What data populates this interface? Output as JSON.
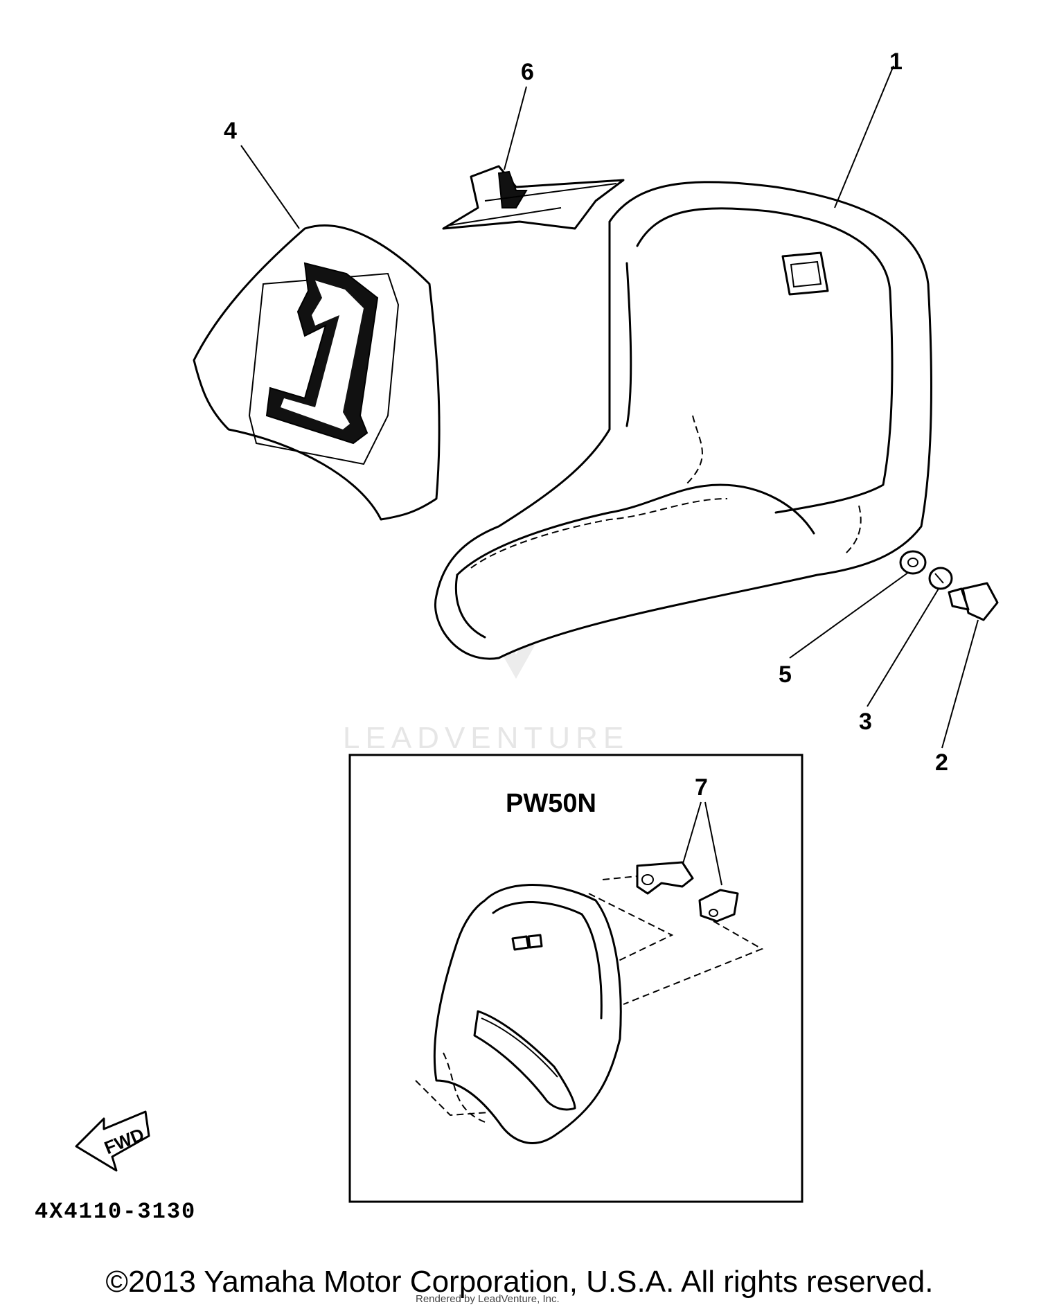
{
  "callouts": {
    "c1": "1",
    "c2": "2",
    "c3": "3",
    "c4": "4",
    "c5": "5",
    "c6": "6",
    "c7": "7"
  },
  "inset": {
    "title": "PW50N"
  },
  "fwd_label": "FWD",
  "part_code": "4X4110-3130",
  "watermark": {
    "text": "LEADVENTURE",
    "credit": "Rendered by LeadVenture, Inc."
  },
  "copyright": "©2013 Yamaha Motor Corporation, U.S.A. All rights reserved."
}
